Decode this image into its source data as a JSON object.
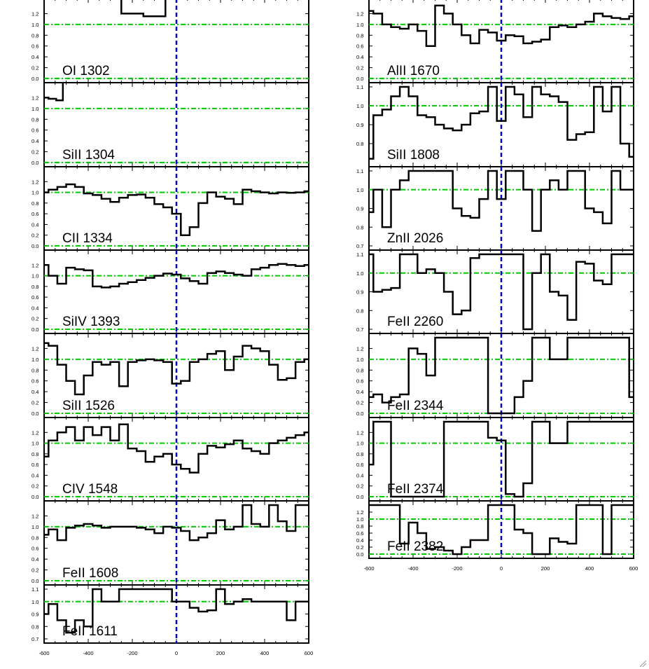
{
  "colors": {
    "spectrum": "#000000",
    "continuum": "#00cc00",
    "zero_velocity": "#0000cc",
    "background": "#ffffff"
  },
  "chart_data": [
    {
      "type": "line",
      "label": "OI 1302",
      "column": "left",
      "row": 0,
      "ylim": [
        0,
        1.4
      ],
      "yticks": [
        "0.0",
        "0.2",
        "0.4",
        "0.6",
        "0.8",
        "1.0",
        "1.2"
      ],
      "x": [
        -600,
        -500,
        -400,
        -300,
        -200,
        -100,
        0,
        100,
        200,
        300,
        400,
        500,
        600
      ],
      "y": [
        1.55,
        1.55,
        1.55,
        1.55,
        1.2,
        1.15,
        1.55,
        1.55,
        1.55,
        1.55,
        1.55,
        1.55,
        1.55
      ]
    },
    {
      "type": "line",
      "label": "SiII 1304",
      "column": "left",
      "row": 1,
      "ylim": [
        0,
        1.4
      ],
      "yticks": [
        "0.0",
        "0.2",
        "0.4",
        "0.6",
        "0.8",
        "1.0",
        "1.2"
      ],
      "x": [
        -600,
        -560,
        -530,
        -500,
        -470,
        -440,
        -400,
        -300,
        -200,
        -100,
        0,
        100,
        200,
        300,
        400,
        500,
        600
      ],
      "y": [
        1.2,
        1.18,
        1.15,
        1.5,
        1.5,
        1.5,
        1.5,
        1.5,
        1.5,
        1.5,
        1.5,
        1.5,
        1.5,
        1.5,
        1.5,
        1.5,
        1.5
      ]
    },
    {
      "type": "line",
      "label": "CII 1334",
      "column": "left",
      "row": 2,
      "ylim": [
        0,
        1.4
      ],
      "yticks": [
        "0.0",
        "0.2",
        "0.4",
        "0.6",
        "0.8",
        "1.0",
        "1.2"
      ],
      "x": [
        -600,
        -560,
        -520,
        -480,
        -440,
        -400,
        -360,
        -320,
        -280,
        -240,
        -200,
        -160,
        -120,
        -80,
        -40,
        0,
        40,
        80,
        120,
        160,
        200,
        240,
        280,
        320,
        360,
        400,
        440,
        480,
        520,
        560,
        600
      ],
      "y": [
        1.0,
        1.05,
        1.1,
        1.15,
        1.1,
        0.98,
        0.95,
        0.88,
        0.82,
        0.9,
        0.95,
        0.96,
        0.9,
        0.78,
        0.72,
        0.6,
        0.2,
        0.35,
        0.8,
        1.0,
        0.92,
        0.88,
        0.78,
        1.05,
        1.02,
        1.0,
        0.98,
        1.0,
        0.99,
        1.0,
        1.02
      ]
    },
    {
      "type": "line",
      "label": "SiIV 1393",
      "column": "left",
      "row": 3,
      "ylim": [
        0,
        1.4
      ],
      "yticks": [
        "0.0",
        "0.2",
        "0.4",
        "0.6",
        "0.8",
        "1.0",
        "1.2"
      ],
      "x": [
        -600,
        -560,
        -520,
        -480,
        -440,
        -400,
        -360,
        -320,
        -280,
        -240,
        -200,
        -160,
        -120,
        -80,
        -40,
        0,
        40,
        80,
        120,
        160,
        200,
        240,
        280,
        320,
        360,
        400,
        440,
        480,
        520,
        560,
        600
      ],
      "y": [
        1.2,
        1.0,
        0.85,
        1.15,
        1.12,
        1.1,
        0.8,
        0.78,
        0.8,
        0.85,
        0.88,
        0.92,
        0.96,
        1.0,
        1.04,
        1.02,
        0.95,
        0.9,
        0.85,
        1.05,
        1.08,
        1.05,
        1.02,
        1.0,
        1.12,
        1.15,
        1.2,
        1.22,
        1.2,
        1.18,
        1.2
      ]
    },
    {
      "type": "line",
      "label": "SiII 1526",
      "column": "left",
      "row": 4,
      "ylim": [
        0,
        1.4
      ],
      "yticks": [
        "0.0",
        "0.2",
        "0.4",
        "0.6",
        "0.8",
        "1.0",
        "1.2"
      ],
      "x": [
        -600,
        -560,
        -520,
        -480,
        -440,
        -400,
        -360,
        -320,
        -280,
        -240,
        -200,
        -160,
        -120,
        -80,
        -40,
        0,
        40,
        80,
        120,
        160,
        200,
        240,
        280,
        320,
        360,
        400,
        440,
        480,
        520,
        560,
        600
      ],
      "y": [
        1.3,
        1.25,
        0.9,
        0.6,
        0.35,
        0.7,
        0.95,
        0.9,
        0.95,
        0.5,
        0.95,
        0.98,
        1.0,
        0.98,
        0.95,
        0.55,
        0.6,
        0.95,
        1.0,
        1.1,
        1.15,
        0.8,
        1.05,
        1.25,
        1.2,
        1.15,
        0.9,
        0.62,
        0.65,
        0.95,
        1.0
      ]
    },
    {
      "type": "line",
      "label": "CIV 1548",
      "column": "left",
      "row": 5,
      "ylim": [
        0,
        1.4
      ],
      "yticks": [
        "0.0",
        "0.2",
        "0.4",
        "0.6",
        "0.8",
        "1.0",
        "1.2"
      ],
      "x": [
        -600,
        -560,
        -520,
        -480,
        -440,
        -400,
        -360,
        -320,
        -280,
        -240,
        -200,
        -160,
        -120,
        -80,
        -40,
        0,
        40,
        80,
        120,
        160,
        200,
        240,
        280,
        320,
        360,
        400,
        440,
        480,
        520,
        560,
        600
      ],
      "y": [
        0.75,
        1.05,
        1.2,
        1.3,
        1.05,
        1.3,
        1.15,
        1.3,
        1.05,
        1.35,
        0.9,
        0.85,
        0.65,
        0.75,
        0.8,
        0.6,
        0.52,
        0.45,
        0.8,
        0.95,
        0.92,
        0.98,
        1.05,
        0.9,
        0.85,
        0.8,
        1.0,
        1.05,
        1.1,
        1.15,
        1.2
      ]
    },
    {
      "type": "line",
      "label": "FeII 1608",
      "column": "left",
      "row": 6,
      "ylim": [
        0,
        1.4
      ],
      "yticks": [
        "0.0",
        "0.2",
        "0.4",
        "0.6",
        "0.8",
        "1.0",
        "1.2"
      ],
      "x": [
        -600,
        -560,
        -520,
        -480,
        -440,
        -400,
        -360,
        -320,
        -280,
        -240,
        -200,
        -160,
        -120,
        -80,
        -40,
        0,
        40,
        80,
        120,
        160,
        200,
        240,
        280,
        320,
        360,
        400,
        440,
        480,
        520,
        560,
        600
      ],
      "y": [
        0.85,
        0.95,
        0.75,
        0.98,
        1.02,
        1.05,
        1.02,
        0.98,
        1.0,
        1.0,
        1.0,
        0.98,
        0.95,
        0.88,
        1.0,
        0.98,
        0.92,
        0.75,
        0.8,
        0.88,
        1.12,
        0.95,
        1.0,
        1.4,
        1.05,
        1.0,
        1.4,
        1.1,
        0.92,
        1.4,
        1.4
      ]
    },
    {
      "type": "line",
      "label": "FeII 1611",
      "column": "left",
      "row": 7,
      "ylim": [
        0.7,
        1.1
      ],
      "yticks": [
        "0.7",
        "0.8",
        "0.9",
        "1.0",
        "1.1"
      ],
      "x": [
        -600,
        -560,
        -520,
        -480,
        -440,
        -400,
        -360,
        -320,
        -280,
        -240,
        -200,
        -160,
        -120,
        -80,
        -40,
        0,
        40,
        80,
        120,
        160,
        200,
        240,
        280,
        320,
        360,
        400,
        440,
        480,
        520,
        560,
        600
      ],
      "y": [
        0.9,
        0.98,
        0.85,
        0.75,
        0.85,
        0.8,
        1.1,
        1.0,
        1.0,
        1.1,
        1.1,
        1.1,
        1.1,
        1.1,
        1.1,
        1.0,
        1.0,
        0.95,
        0.92,
        0.93,
        1.1,
        0.98,
        1.0,
        1.02,
        1.0,
        1.0,
        1.0,
        1.0,
        0.85,
        1.0,
        1.0
      ]
    },
    {
      "type": "line",
      "label": "AlII 1670",
      "column": "right",
      "row": 0,
      "ylim": [
        0,
        1.4
      ],
      "yticks": [
        "0.0",
        "0.2",
        "0.4",
        "0.6",
        "0.8",
        "1.0",
        "1.2"
      ],
      "x": [
        -600,
        -560,
        -520,
        -480,
        -440,
        -400,
        -360,
        -320,
        -280,
        -240,
        -200,
        -160,
        -120,
        -80,
        -40,
        0,
        40,
        80,
        120,
        160,
        200,
        240,
        280,
        320,
        360,
        400,
        440,
        480,
        520,
        560,
        600
      ],
      "y": [
        1.25,
        1.2,
        1.0,
        0.95,
        0.92,
        1.0,
        0.88,
        0.6,
        1.35,
        1.2,
        1.0,
        0.8,
        0.65,
        0.9,
        0.85,
        0.7,
        0.8,
        0.78,
        0.65,
        0.68,
        0.72,
        0.95,
        0.98,
        0.95,
        1.0,
        1.05,
        1.2,
        1.15,
        1.12,
        1.1,
        1.15
      ]
    },
    {
      "type": "line",
      "label": "SiII 1808",
      "column": "right",
      "row": 1,
      "ylim": [
        0.7,
        1.1
      ],
      "yticks": [
        "0.8",
        "0.9",
        "1.0",
        "1.1"
      ],
      "x": [
        -600,
        -560,
        -520,
        -480,
        -440,
        -400,
        -360,
        -320,
        -280,
        -240,
        -200,
        -160,
        -120,
        -80,
        -40,
        0,
        40,
        80,
        120,
        160,
        200,
        240,
        280,
        320,
        360,
        400,
        440,
        480,
        520,
        560,
        600
      ],
      "y": [
        0.72,
        0.95,
        0.98,
        1.05,
        1.1,
        1.05,
        0.95,
        0.94,
        0.9,
        0.88,
        0.87,
        0.9,
        0.96,
        0.97,
        1.1,
        0.92,
        1.1,
        1.06,
        0.94,
        1.1,
        1.06,
        1.05,
        1.02,
        0.82,
        0.85,
        0.86,
        1.1,
        0.97,
        1.1,
        0.8,
        0.73
      ]
    },
    {
      "type": "line",
      "label": "ZnII 2026",
      "column": "right",
      "row": 2,
      "ylim": [
        0.7,
        1.1
      ],
      "yticks": [
        "0.7",
        "0.8",
        "0.9",
        "1.0",
        "1.1"
      ],
      "x": [
        -600,
        -560,
        -520,
        -480,
        -440,
        -400,
        -360,
        -320,
        -280,
        -240,
        -200,
        -160,
        -120,
        -80,
        -40,
        0,
        40,
        80,
        120,
        160,
        200,
        240,
        280,
        320,
        360,
        400,
        440,
        480,
        520,
        560,
        600
      ],
      "y": [
        0.88,
        1.0,
        0.8,
        1.0,
        1.05,
        1.1,
        1.1,
        1.1,
        1.1,
        1.1,
        0.9,
        0.86,
        0.85,
        0.95,
        1.1,
        0.95,
        1.1,
        1.1,
        1.0,
        0.78,
        1.0,
        1.05,
        1.0,
        1.1,
        1.1,
        0.9,
        0.88,
        0.82,
        1.1,
        1.0,
        1.0
      ]
    },
    {
      "type": "line",
      "label": "FeII 2260",
      "column": "right",
      "row": 3,
      "ylim": [
        0.7,
        1.1
      ],
      "yticks": [
        "0.7",
        "0.8",
        "0.9",
        "1.0",
        "1.1"
      ],
      "x": [
        -600,
        -560,
        -520,
        -480,
        -440,
        -400,
        -360,
        -320,
        -280,
        -240,
        -200,
        -160,
        -120,
        -80,
        -40,
        0,
        40,
        80,
        120,
        160,
        200,
        240,
        280,
        320,
        360,
        400,
        440,
        480,
        520,
        560,
        600
      ],
      "y": [
        1.1,
        0.9,
        0.91,
        0.92,
        1.1,
        1.1,
        1.0,
        1.02,
        1.0,
        0.9,
        0.78,
        0.8,
        1.08,
        1.1,
        1.1,
        1.1,
        1.1,
        1.1,
        0.7,
        1.0,
        1.1,
        0.9,
        0.88,
        0.75,
        1.06,
        1.05,
        0.96,
        0.94,
        1.1,
        1.1,
        1.1
      ]
    },
    {
      "type": "line",
      "label": "FeII 2344",
      "column": "right",
      "row": 4,
      "ylim": [
        0,
        1.4
      ],
      "yticks": [
        "0.0",
        "0.2",
        "0.4",
        "0.6",
        "0.8",
        "1.0",
        "1.2"
      ],
      "x": [
        -600,
        -560,
        -520,
        -480,
        -440,
        -400,
        -360,
        -320,
        -280,
        -240,
        -200,
        -160,
        -120,
        -80,
        -40,
        0,
        40,
        80,
        120,
        160,
        200,
        240,
        280,
        320,
        360,
        400,
        440,
        480,
        520,
        560,
        600
      ],
      "y": [
        0.3,
        0.35,
        0.2,
        0.3,
        0.35,
        1.2,
        1.1,
        0.7,
        1.4,
        1.4,
        1.4,
        1.4,
        1.4,
        1.4,
        0.0,
        0.0,
        0.0,
        0.3,
        0.6,
        1.4,
        1.4,
        1.0,
        1.0,
        1.4,
        1.4,
        1.4,
        1.4,
        1.4,
        1.4,
        1.4,
        0.3
      ]
    },
    {
      "type": "line",
      "label": "FeII 2374",
      "column": "right",
      "row": 5,
      "ylim": [
        0,
        1.4
      ],
      "yticks": [
        "0.0",
        "0.2",
        "0.4",
        "0.6",
        "0.8",
        "1.0",
        "1.2"
      ],
      "x": [
        -600,
        -560,
        -520,
        -480,
        -440,
        -400,
        -360,
        -320,
        -280,
        -240,
        -200,
        -160,
        -120,
        -80,
        -40,
        0,
        40,
        80,
        120,
        160,
        200,
        240,
        280,
        320,
        360,
        400,
        440,
        480,
        520,
        560,
        600
      ],
      "y": [
        0.6,
        1.4,
        1.4,
        0.0,
        0.0,
        0.0,
        0.0,
        0.0,
        0.0,
        1.4,
        1.4,
        1.4,
        1.4,
        1.4,
        1.1,
        1.05,
        0.05,
        0.0,
        0.25,
        1.4,
        1.4,
        1.0,
        1.0,
        1.4,
        1.4,
        1.4,
        1.4,
        1.4,
        1.4,
        1.4,
        1.4
      ]
    },
    {
      "type": "line",
      "label": "FeII 2382",
      "column": "right",
      "row": 6,
      "ylim": [
        0,
        1.4
      ],
      "yticks": [
        "0.0",
        "0.2",
        "0.4",
        "0.6",
        "0.8",
        "1.0",
        "1.2"
      ],
      "xticks": [
        "-600",
        "-400",
        "-200",
        "0",
        "200",
        "400",
        "600"
      ],
      "x": [
        -600,
        -560,
        -520,
        -480,
        -440,
        -400,
        -360,
        -320,
        -280,
        -240,
        -200,
        -160,
        -120,
        -80,
        -40,
        0,
        40,
        80,
        120,
        160,
        200,
        240,
        280,
        320,
        360,
        400,
        440,
        480,
        520,
        560,
        600
      ],
      "y": [
        1.4,
        1.4,
        1.4,
        1.4,
        0.3,
        0.9,
        0.6,
        0.15,
        0.2,
        0.1,
        0.0,
        0.2,
        0.4,
        0.4,
        1.4,
        1.4,
        1.4,
        0.7,
        0.6,
        0.0,
        0.0,
        0.45,
        0.35,
        0.3,
        1.4,
        1.4,
        1.4,
        0.0,
        1.4,
        1.4,
        1.4
      ]
    }
  ],
  "left_xticks": [
    "-600",
    "-400",
    "-200",
    "0",
    "200",
    "400",
    "600"
  ]
}
